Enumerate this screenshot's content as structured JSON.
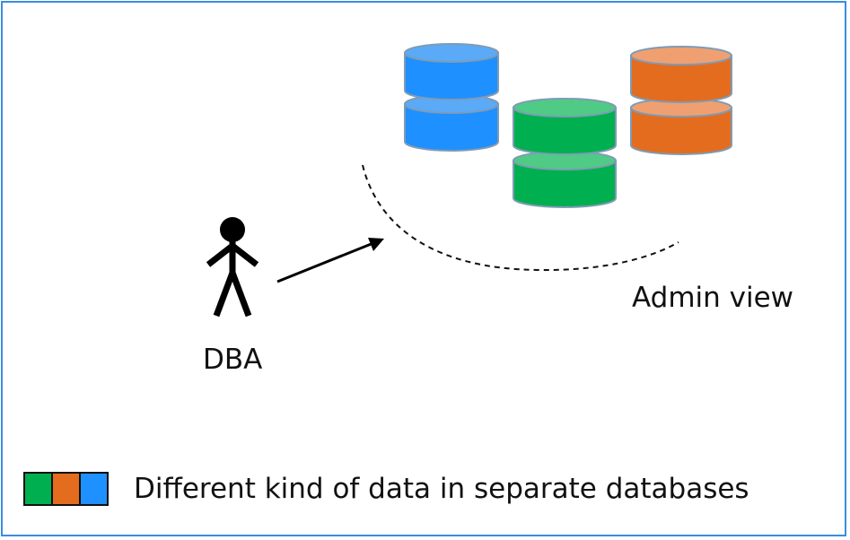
{
  "labels": {
    "actor": "DBA",
    "view": "Admin view"
  },
  "legend": {
    "text": "Different kind of data in separate databases",
    "swatches": [
      {
        "name": "green",
        "color": "#00b050"
      },
      {
        "name": "orange",
        "color": "#e46c1f"
      },
      {
        "name": "blue",
        "color": "#1e90ff"
      }
    ]
  },
  "colors": {
    "frame": "#3a8de0",
    "db_blue": "#1e90ff",
    "db_blue_top": "#5aaaf8",
    "db_green": "#00b050",
    "db_green_top": "#4fcb86",
    "db_orange": "#e46c1f",
    "db_orange_top": "#f0a070",
    "db_stroke": "#7f9bb5"
  },
  "databases": [
    {
      "name": "blue-database",
      "color": "blue"
    },
    {
      "name": "green-database",
      "color": "green"
    },
    {
      "name": "orange-database",
      "color": "orange"
    }
  ]
}
